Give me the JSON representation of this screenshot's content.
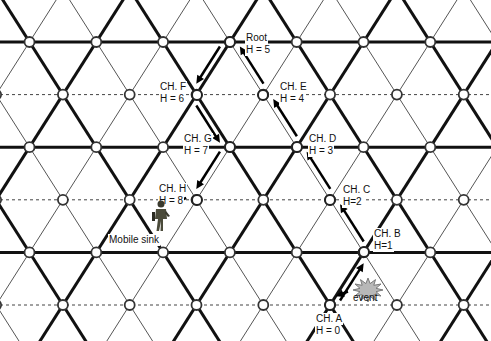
{
  "diagram": {
    "nodes": [
      {
        "text": [
          "Root",
          "H = 5"
        ]
      },
      {
        "text": [
          "CH. F",
          "H = 6"
        ]
      },
      {
        "text": [
          "CH. E",
          "H = 4"
        ]
      },
      {
        "text": [
          "CH. G",
          "H = 7"
        ]
      },
      {
        "text": [
          "CH. D",
          "H = 3"
        ]
      },
      {
        "text": [
          "CH. H",
          "H = 8"
        ]
      },
      {
        "text": [
          "CH. C",
          "H=2"
        ]
      },
      {
        "text": [
          "Mobile sink"
        ]
      },
      {
        "text": [
          "CH. B",
          "H=1"
        ]
      },
      {
        "text": [
          "CH. A",
          "H = 0"
        ]
      },
      {
        "text": [
          "event"
        ]
      }
    ],
    "edges": [
      {
        "from": 10,
        "to": 9,
        "arrow": "to"
      },
      {
        "from": 9,
        "to": 8,
        "arrow": "to"
      },
      {
        "from": 8,
        "to": 6,
        "arrow": "to"
      },
      {
        "from": 6,
        "to": 4,
        "arrow": "to"
      },
      {
        "from": 4,
        "to": 2,
        "arrow": "to"
      },
      {
        "from": 2,
        "to": 0,
        "arrow": "to"
      },
      {
        "from": 0,
        "to": 1,
        "arrow": "to"
      },
      {
        "from": 1,
        "to": 3,
        "arrow": "to"
      },
      {
        "from": 3,
        "to": 5,
        "arrow": "to"
      },
      {
        "from": 5,
        "to": 7,
        "arrow": "to"
      }
    ]
  }
}
